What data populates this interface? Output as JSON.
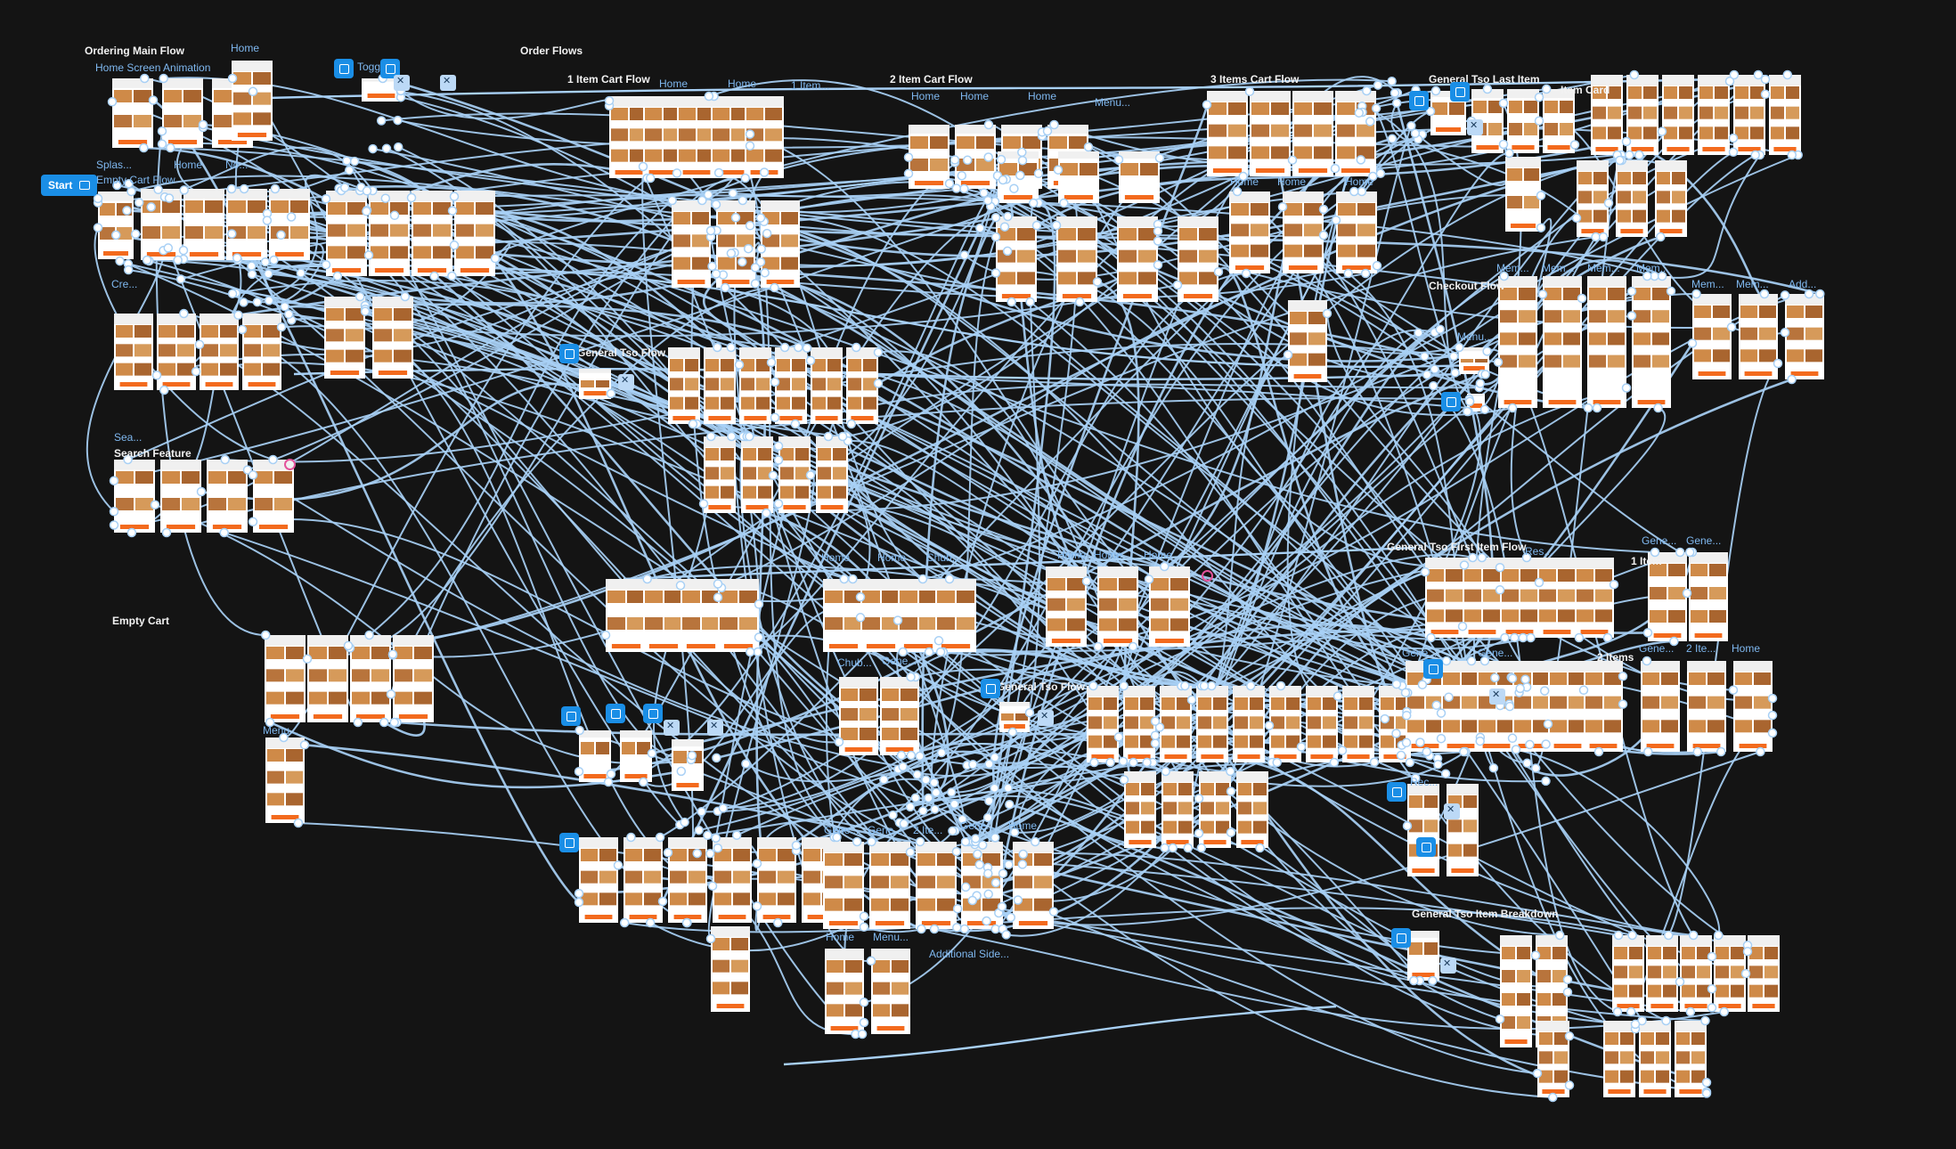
{
  "app": {
    "start_label": "Start",
    "colors": {
      "canvas_bg": "#141414",
      "connector": "#a8d0f5",
      "node": "#ffffff",
      "accent_orange": "#f36a1d",
      "badge_blue": "#1a8ee6",
      "hotspot_pink": "#e4539b"
    }
  },
  "section_titles": [
    "Ordering Main Flow",
    "Order Flows",
    "1 Item Cart Flow",
    "2 Item Cart Flow",
    "3 Items Cart Flow",
    "General Tso Last Item",
    "Item Card",
    "Checkout Flow",
    "General Tso Flow",
    "Search Feature",
    "Empty Cart",
    "General Tso First Item Flow",
    "General Tso Flow",
    "General Tso Item Breakdown",
    "2 Items",
    "1 Item"
  ],
  "screen_labels": [
    "Home",
    "Home Screen Animation",
    "Togg...",
    "Splas...",
    "Home",
    "No...",
    "Empty Cart Flow",
    "Home",
    "Home",
    "1 Item...",
    "Home",
    "Home",
    "Home",
    "Menu...",
    "Home",
    "Home",
    "Home",
    "Sea...",
    "Menu...",
    "Mem...",
    "Mem...",
    "Mem...",
    "Mem...",
    "Mem...",
    "Mem...",
    "Add...",
    "Menu...",
    "Gene...",
    "Gene...",
    "Gene...",
    "Gene...",
    "Gene...",
    "2 Ite...",
    "Home",
    "Home",
    "Home",
    "Home",
    "Home",
    "Home",
    "Chub...",
    "Chub...",
    "Gene...",
    "Gene...",
    "Gene...",
    "2 Ite...",
    "Gene...",
    "Home",
    "Home",
    "Menu...",
    "Additional Side...",
    "Rec...",
    "Cre...",
    "Res..."
  ]
}
